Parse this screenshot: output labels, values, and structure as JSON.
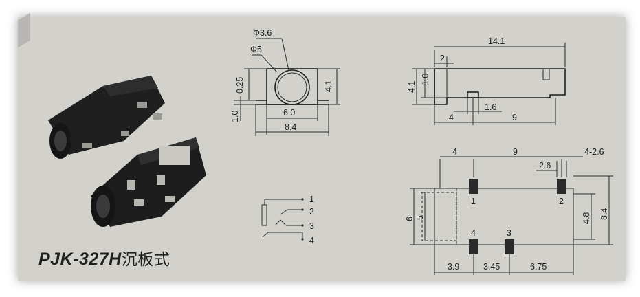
{
  "title": {
    "part": "PJK-327H",
    "suffix": "沉板式"
  },
  "front_view": {
    "d_inner": "Φ3.6",
    "d_outer": "Φ5",
    "offset": "0.25",
    "height": "4.1",
    "base": "1.0",
    "width_inner": "6.0",
    "width_outer": "8.4"
  },
  "side_view": {
    "length": "14.1",
    "tab": "2",
    "height_total": "4.1",
    "height_step": "1.0",
    "pin_width": "1.6",
    "pin_offset": "4",
    "pin_spacing": "9"
  },
  "footprint": {
    "top_left": "4",
    "top_mid": "9",
    "hole": "4-2.6",
    "pad_gap": "2.6",
    "left_outer": "6",
    "left_inner": "5",
    "right_inner": "4.8",
    "right_outer": "8.4",
    "bottom_a": "3.9",
    "bottom_b": "3.45",
    "bottom_c": "6.75",
    "pad_labels": [
      "1",
      "2",
      "4",
      "3"
    ]
  },
  "schematic": {
    "pins": [
      "1",
      "2",
      "3",
      "4"
    ]
  }
}
